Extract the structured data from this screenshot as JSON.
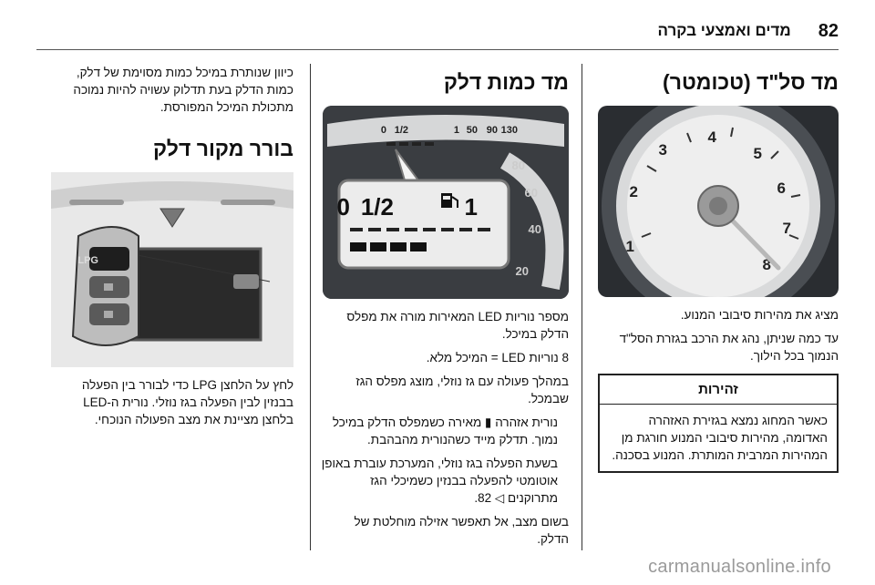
{
  "header": {
    "page_number": "82",
    "title": "מדים ואמצעי בקרה"
  },
  "col_right": {
    "heading": "מד סל\"ד (טכומטר)",
    "p1": "מציג את מהירות סיבובי המנוע.",
    "p2": "עד כמה שניתן, נהג את הרכב בגזרת הסל\"ד הנמוך בכל הילוך.",
    "warning": {
      "title": "זהירות",
      "body": "כאשר המחוג נמצא בגזירת האזהרה האדומה, מהירות סיבובי המנוע חורגת מן המהירות המרבית המותרת. המנוע בסכנה."
    },
    "gauge_labels": [
      "1",
      "2",
      "3",
      "4",
      "5",
      "6",
      "7",
      "8"
    ]
  },
  "col_mid": {
    "heading": "מד כמות דלק",
    "fuel_labels": {
      "empty": "0",
      "half": "1/2",
      "full": "1"
    },
    "top_scale": {
      "empty": "0",
      "half": "1/2",
      "full": "1",
      "speeds": [
        "50",
        "90",
        "130"
      ]
    },
    "speed_labels": [
      "20",
      "40",
      "60",
      "80"
    ],
    "p1": "מספר נוריות LED המאירות מורה את מפלס הדלק במיכל.",
    "p2": "8 נוריות LED = המיכל מלא.",
    "p3": "במהלך פעולה עם גז נוזלי, מוצג מפלס הגז שבמכל.",
    "p4_a": "נורית אזהרה",
    "p4_b": "מאירה כשמפלס הדלק במיכל נמוך. תדלק מייד כשהנורית מהבהבת.",
    "p5": "בשעת הפעלה בגז נוזלי, המערכת עוברת באופן אוטומטי להפעלה בבנזין כשמיכלי הגז מתרוקנים ◁ 82.",
    "p6": "בשום מצב, אל תאפשר אזילה מוחלטת של הדלק."
  },
  "col_left": {
    "p_top": "כיוון שנותרת במיכל כמות מסוימת של דלק, כמות הדלק בעת תדלוק עשויה להיות נמוכה מתכולת המיכל המפורסת.",
    "heading": "בורר מקור דלק",
    "button_label": "LPG",
    "p1": "לחץ על הלחצן LPG כדי לבורר בין הפעלה בבנזין לבין הפעלה בגז נוזלי. נורית ה-LED בלחצן מציינת את מצב הפעולה הנוכחי."
  },
  "watermark": "carmanualsonline.info"
}
